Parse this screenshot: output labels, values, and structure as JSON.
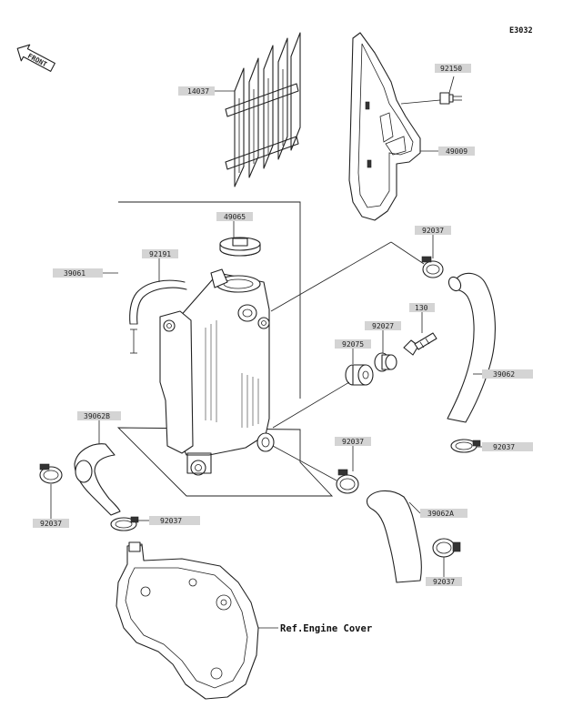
{
  "diagram_code": "E3032",
  "front_arrow_text": "FRONT",
  "reference_text": "Ref.Engine Cover",
  "part_labels": {
    "radiator_guard": "14037",
    "guard_bolt": "92150",
    "shroud": "49009",
    "radiator_cap": "49065",
    "overflow_hose": "92191",
    "radiator": "39061",
    "clamp_upper": "92037",
    "bolt_130": "130",
    "grommet_small": "92027",
    "grommet_large": "92075",
    "hose_upper_right": "39062",
    "clamp_right_mid": "92037",
    "hose_left": "39062B",
    "clamp_left": "92037",
    "clamp_left_lower": "92037",
    "clamp_center": "92037",
    "hose_lower": "39062A",
    "clamp_lower_right": "92037"
  }
}
